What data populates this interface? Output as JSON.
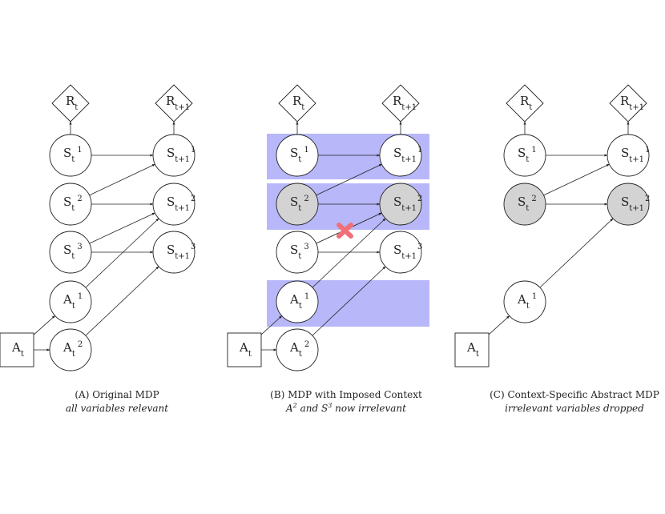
{
  "panels": [
    {
      "id": "A",
      "caption_title": "(A) Original MDP",
      "caption_sub": "all variables relevant",
      "nodes": [
        {
          "id": "R_t",
          "base": "R",
          "sub": "t"
        },
        {
          "id": "R_t1",
          "base": "R",
          "sub": "t+1"
        },
        {
          "id": "S1_t",
          "base": "S",
          "sub": "t",
          "sup": "1"
        },
        {
          "id": "S1_t1",
          "base": "S",
          "sub": "t+1",
          "sup": "1"
        },
        {
          "id": "S2_t",
          "base": "S",
          "sub": "t",
          "sup": "2"
        },
        {
          "id": "S2_t1",
          "base": "S",
          "sub": "t+1",
          "sup": "2"
        },
        {
          "id": "S3_t",
          "base": "S",
          "sub": "t",
          "sup": "3"
        },
        {
          "id": "S3_t1",
          "base": "S",
          "sub": "t+1",
          "sup": "3"
        },
        {
          "id": "A1_t",
          "base": "A",
          "sub": "t",
          "sup": "1"
        },
        {
          "id": "A2_t",
          "base": "A",
          "sub": "t",
          "sup": "2"
        },
        {
          "id": "A_t",
          "base": "A",
          "sub": "t"
        }
      ]
    },
    {
      "id": "B",
      "caption_title": "(B) MDP with Imposed Context",
      "caption_sub_pre": "A",
      "caption_sub_sup1": "2",
      "caption_sub_mid": " and S",
      "caption_sub_sup2": "3",
      "caption_sub_post": " now irrelevant",
      "nodes": [
        {
          "id": "R_t",
          "base": "R",
          "sub": "t"
        },
        {
          "id": "R_t1",
          "base": "R",
          "sub": "t+1"
        },
        {
          "id": "S1_t",
          "base": "S",
          "sub": "t",
          "sup": "1"
        },
        {
          "id": "S1_t1",
          "base": "S",
          "sub": "t+1",
          "sup": "1"
        },
        {
          "id": "S2_t",
          "base": "S",
          "sub": "t",
          "sup": "2"
        },
        {
          "id": "S2_t1",
          "base": "S",
          "sub": "t+1",
          "sup": "2"
        },
        {
          "id": "S3_t",
          "base": "S",
          "sub": "t",
          "sup": "3"
        },
        {
          "id": "S3_t1",
          "base": "S",
          "sub": "t+1",
          "sup": "3"
        },
        {
          "id": "A1_t",
          "base": "A",
          "sub": "t",
          "sup": "1"
        },
        {
          "id": "A2_t",
          "base": "A",
          "sub": "t",
          "sup": "2"
        },
        {
          "id": "A_t",
          "base": "A",
          "sub": "t"
        }
      ]
    },
    {
      "id": "C",
      "caption_title": "(C) Context-Specific Abstract MDP",
      "caption_sub": "irrelevant variables dropped",
      "nodes": [
        {
          "id": "R_t",
          "base": "R",
          "sub": "t"
        },
        {
          "id": "R_t1",
          "base": "R",
          "sub": "t+1"
        },
        {
          "id": "S1_t",
          "base": "S",
          "sub": "t",
          "sup": "1"
        },
        {
          "id": "S1_t1",
          "base": "S",
          "sub": "t+1",
          "sup": "1"
        },
        {
          "id": "S2_t",
          "base": "S",
          "sub": "t",
          "sup": "2"
        },
        {
          "id": "S2_t1",
          "base": "S",
          "sub": "t+1",
          "sup": "2"
        },
        {
          "id": "A1_t",
          "base": "A",
          "sub": "t",
          "sup": "1"
        },
        {
          "id": "A_t",
          "base": "A",
          "sub": "t"
        }
      ]
    }
  ],
  "colors": {
    "highlight": "#b7b7f9",
    "shaded_node": "#d3d3d3",
    "node_fill": "#ffffff",
    "stroke": "#222222",
    "cross": "#f0707a"
  }
}
